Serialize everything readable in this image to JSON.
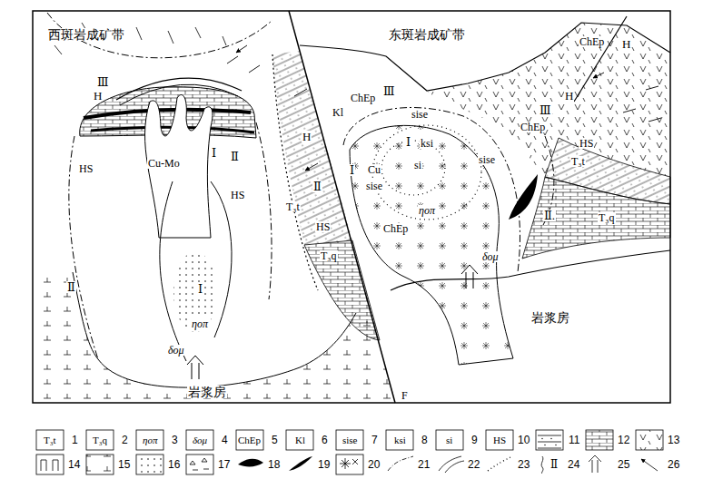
{
  "diagram": {
    "labels": [
      "西斑岩成矿带",
      "东斑岩成矿带",
      "Ⅲ",
      "H",
      "HS",
      "Cu-Mo",
      "Ⅰ",
      "Ⅱ",
      "HS",
      "Ⅱ",
      "Ⅰ",
      "ηoπ",
      "δoμ",
      "岩浆房",
      "ChEp",
      "H",
      "ChEp",
      "Ⅲ",
      "Kl",
      "sise",
      "Ⅲ",
      "H",
      "ChEp",
      "H",
      "Ⅰ",
      "ksi",
      "Ⅰ",
      "Cu",
      "si",
      "sise",
      "sise",
      "Ⅱ",
      "T₃t",
      "HS",
      "ChEp",
      "ηoπ",
      "T₃q",
      "δoμ",
      "HS",
      "T₃t",
      "Ⅱ.",
      "T₃q",
      "岩浆房",
      "F",
      "T₃t",
      "T₃q",
      "ηoπ",
      "δoμ",
      "ChEp",
      "Kl",
      "sise",
      "ksi",
      "si",
      "HS",
      "Ⅱ"
    ],
    "legend": [
      {
        "text": "1"
      },
      {
        "text": "2"
      },
      {
        "text": "3"
      },
      {
        "text": "4"
      },
      {
        "text": "5"
      },
      {
        "text": "6"
      },
      {
        "text": "7"
      },
      {
        "text": "8"
      },
      {
        "text": "9"
      },
      {
        "text": "10"
      },
      {
        "text": "11"
      },
      {
        "text": "12"
      },
      {
        "text": "13"
      },
      {
        "text": "14"
      },
      {
        "text": "15"
      },
      {
        "text": "16"
      },
      {
        "text": "17"
      },
      {
        "text": "18"
      },
      {
        "text": "19"
      },
      {
        "text": "20"
      },
      {
        "text": "21"
      },
      {
        "text": "22"
      },
      {
        "text": "23"
      },
      {
        "text": "24"
      },
      {
        "text": "25"
      },
      {
        "text": "26"
      }
    ]
  }
}
